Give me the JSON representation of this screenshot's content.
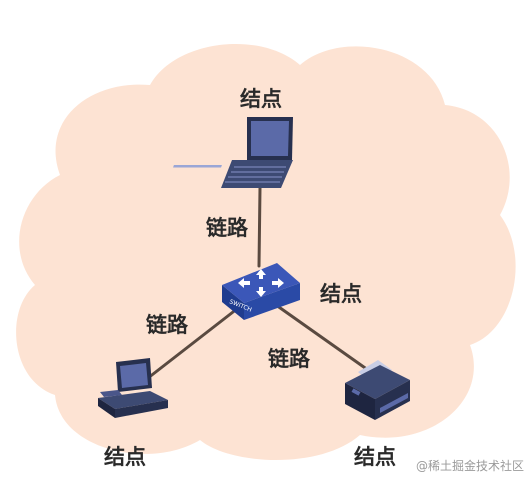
{
  "diagram": {
    "labels": {
      "node_top": "结点",
      "node_right": "结点",
      "node_bottom_left": "结点",
      "node_bottom_right": "结点",
      "link_top": "链路",
      "link_left": "链路",
      "link_right": "链路"
    },
    "switch_text": "SWITCH",
    "colors": {
      "cloud": "#fde3d3",
      "link": "#5a4a40",
      "switch_top": "#3b57b8",
      "switch_side": "#1f3c8f",
      "device_dark": "#27304f",
      "device_mid": "#3d4a73",
      "screen": "#5b6aa8"
    },
    "icons": [
      "laptop-icon",
      "switch-icon",
      "desktop-computer-icon",
      "printer-icon"
    ]
  },
  "watermark": "@稀土掘金技术社区"
}
